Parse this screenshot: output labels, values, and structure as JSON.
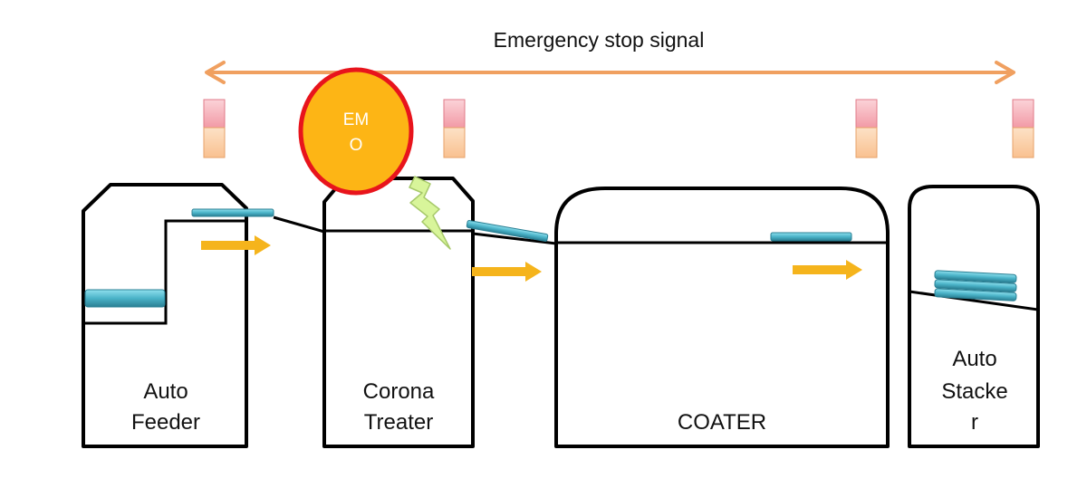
{
  "signal_label": "Emergency stop signal",
  "emo_button": {
    "label_line1": "EM",
    "label_line2": "O"
  },
  "machines": [
    {
      "id": "auto-feeder",
      "label_lines": [
        "Auto",
        "Feeder"
      ]
    },
    {
      "id": "corona-treater",
      "label_lines": [
        "Corona",
        "Treater"
      ]
    },
    {
      "id": "coater",
      "label_lines": [
        "COATER"
      ]
    },
    {
      "id": "auto-stacker",
      "label_lines": [
        "Auto",
        "Stacke",
        "r"
      ]
    }
  ],
  "colors": {
    "signal_arrow": "#f0a060",
    "flow_arrow": "#f5b41c",
    "emo_fill": "#fdb515",
    "emo_border": "#e8141c",
    "sheet": "#4ab3c8",
    "lamp_top": "#f7b8bf",
    "lamp_bottom": "#fbd2ab",
    "lightning": "#d8f59a",
    "outline": "#000000"
  },
  "icons": [
    "signal-lamp",
    "emo-button",
    "lightning-bolt",
    "flow-arrow",
    "double-arrow"
  ]
}
